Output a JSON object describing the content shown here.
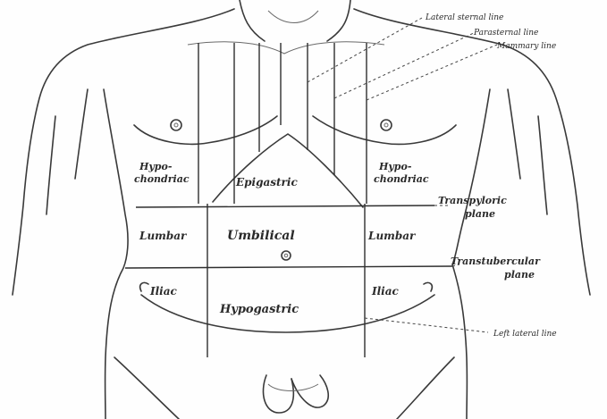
{
  "labels": {
    "lateral_sternal_line": "Lateral sternal line",
    "parasternal_line": "Parasternal line",
    "mammary_line": "Mammary line",
    "hypochondriac_right_1": "Hypo-",
    "hypochondriac_right_2": "chondriac",
    "hypochondriac_left_1": "Hypo-",
    "hypochondriac_left_2": "chondriac",
    "epigastric": "Epigastric",
    "transpyloric_1": "Transpyloric",
    "transpyloric_2": "plane",
    "lumbar_right": "Lumbar",
    "umbilical": "Umbilical",
    "lumbar_left": "Lumbar",
    "transtubercular_1": "Transtubercular",
    "transtubercular_2": "plane",
    "iliac_right": "Iliac",
    "hypogastric": "Hypogastric",
    "iliac_left": "Iliac",
    "left_lateral_line": "Left lateral line"
  }
}
